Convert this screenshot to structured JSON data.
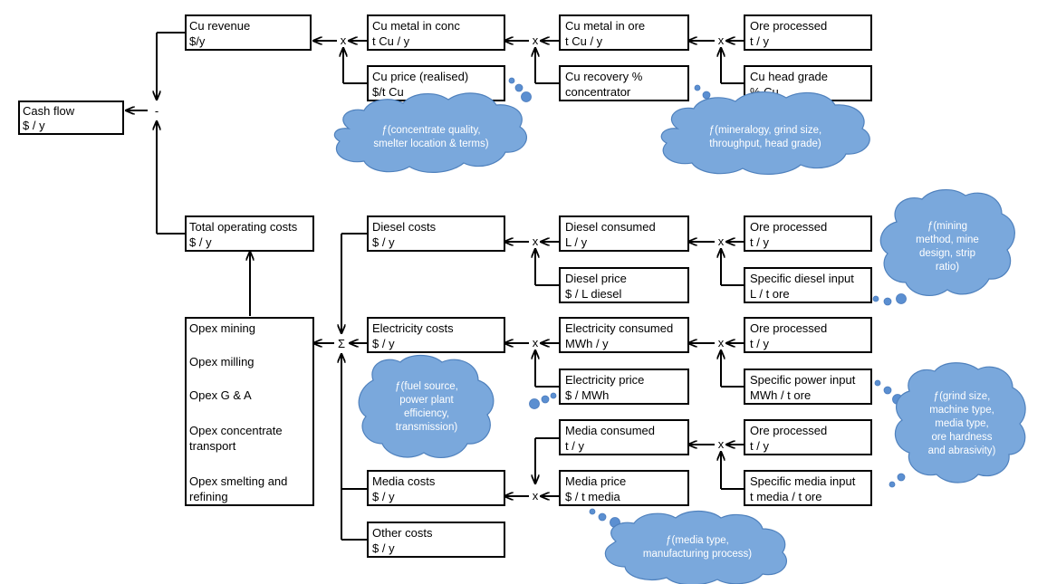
{
  "boxes": {
    "cash_flow": [
      "Cash flow",
      "$ / y"
    ],
    "cu_revenue": [
      "Cu revenue",
      "$/y"
    ],
    "cu_metal_conc": [
      "Cu metal in conc",
      "t Cu / y"
    ],
    "cu_metal_ore": [
      "Cu metal in ore",
      "t Cu / y"
    ],
    "ore_processed_1": [
      "Ore processed",
      "t / y"
    ],
    "cu_price": [
      "Cu price (realised)",
      "$/t Cu"
    ],
    "cu_recovery": [
      "Cu recovery %",
      "concentrator"
    ],
    "cu_head_grade": [
      "Cu head grade",
      "% Cu"
    ],
    "total_opex": [
      "Total operating costs",
      "$ / y"
    ],
    "diesel_costs": [
      "Diesel costs",
      "$ / y"
    ],
    "diesel_consumed": [
      "Diesel consumed",
      "L / y"
    ],
    "ore_processed_2": [
      "Ore processed",
      "t / y"
    ],
    "diesel_price": [
      "Diesel price",
      "$ / L diesel"
    ],
    "specific_diesel": [
      "Specific diesel input",
      "L / t ore"
    ],
    "electricity_costs": [
      "Electricity costs",
      "$ / y"
    ],
    "electricity_consumed": [
      "Electricity consumed",
      "MWh / y"
    ],
    "ore_processed_3": [
      "Ore processed",
      "t / y"
    ],
    "electricity_price": [
      "Electricity price",
      "$ / MWh"
    ],
    "specific_power": [
      "Specific power input",
      "MWh / t ore"
    ],
    "media_consumed": [
      "Media consumed",
      "t / y"
    ],
    "ore_processed_4": [
      "Ore processed",
      "t / y"
    ],
    "media_costs": [
      "Media costs",
      "$ / y"
    ],
    "media_price": [
      "Media price",
      "$ / t media"
    ],
    "specific_media": [
      "Specific media input",
      "t media / t ore"
    ],
    "other_costs": [
      "Other costs",
      "$ / y"
    ]
  },
  "opex_items": [
    "Opex mining",
    "Opex milling",
    "Opex G & A",
    "Opex concentrate",
    "transport",
    "Opex smelting and",
    "refining"
  ],
  "operators": {
    "minus": "-",
    "multiply": "x",
    "sum": "Σ"
  },
  "clouds": {
    "concentrate": [
      "ƒ(concentrate quality,",
      "smelter location & terms)"
    ],
    "mineralogy": [
      "ƒ(mineralogy, grind size,",
      "throughput, head grade)"
    ],
    "mining": [
      "ƒ(mining",
      "method, mine",
      "design, strip",
      "ratio)"
    ],
    "fuel": [
      "ƒ(fuel source,",
      "power plant",
      "efficiency,",
      "transmission)"
    ],
    "grind": [
      "ƒ(grind size,",
      "machine type,",
      "media type,",
      "ore hardness",
      "and abrasivity)"
    ],
    "media": [
      "ƒ(media type,",
      "manufacturing process)"
    ]
  },
  "colors": {
    "cloud_fill": "#7aa8dc",
    "cloud_stroke": "#4f81bd",
    "cloud_text": "#ffffff",
    "box_stroke": "#000000"
  }
}
